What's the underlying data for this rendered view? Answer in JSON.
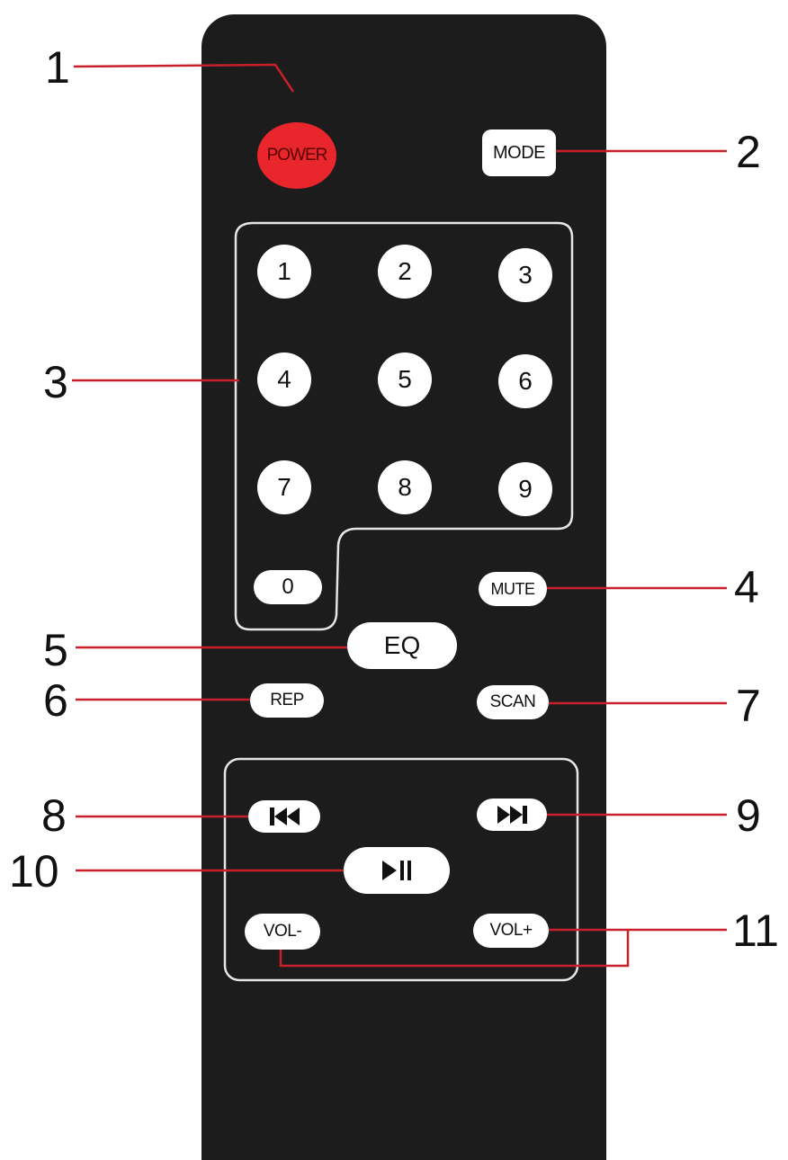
{
  "remote": {
    "power_label": "POWER",
    "mode_label": "MODE",
    "digits": [
      "1",
      "2",
      "3",
      "4",
      "5",
      "6",
      "7",
      "8",
      "9",
      "0"
    ],
    "mute_label": "MUTE",
    "eq_label": "EQ",
    "rep_label": "REP",
    "scan_label": "SCAN",
    "prev_icon": "skip-previous-icon",
    "next_icon": "skip-next-icon",
    "play_pause_icon": "play-pause-icon",
    "vol_down_label": "VOL-",
    "vol_up_label": "VOL+"
  },
  "callouts": [
    "1",
    "2",
    "3",
    "4",
    "5",
    "6",
    "7",
    "8",
    "9",
    "10",
    "11"
  ],
  "colors": {
    "remote_body": "#1c1c1c",
    "power_button": "#e8262b",
    "leader_line": "#c8202a",
    "button_face": "#ffffff"
  }
}
